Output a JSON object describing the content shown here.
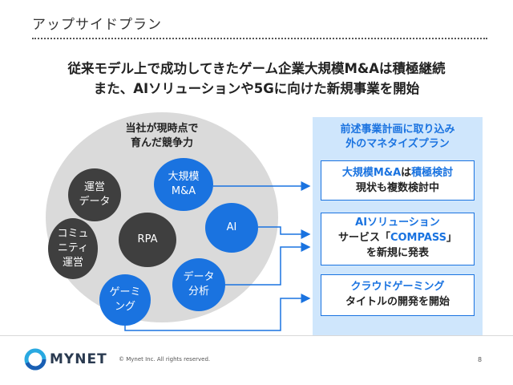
{
  "title": "アップサイドプラン",
  "headline": {
    "line1": "従来モデル上で成功してきたゲーム企業大規模M&Aは積極継続",
    "line2": "また、AIソリューションや5Gに向けた新規事業を開始"
  },
  "left": {
    "circle_title_1": "当社が現時点で",
    "circle_title_2": "育んだ競争力",
    "bubbles": [
      {
        "id": "operation-data",
        "lines": [
          "運営",
          "データ"
        ],
        "style": "dark"
      },
      {
        "id": "large-ma",
        "lines": [
          "大規模",
          "M&A"
        ],
        "style": "blue"
      },
      {
        "id": "community",
        "lines": [
          "コミュ",
          "ニティ",
          "運営"
        ],
        "style": "dark"
      },
      {
        "id": "rpa",
        "lines": [
          "RPA"
        ],
        "style": "dark"
      },
      {
        "id": "ai",
        "lines": [
          "AI"
        ],
        "style": "blue"
      },
      {
        "id": "data-analysis",
        "lines": [
          "データ",
          "分析"
        ],
        "style": "blue"
      },
      {
        "id": "game",
        "lines": [
          "ゲーミ",
          "ング"
        ],
        "style": "blue"
      }
    ]
  },
  "right": {
    "panel_title_1": "前述事業計画に取り込み",
    "panel_title_2": "外のマネタイズプラン",
    "card1": {
      "blue": "大規模M&A",
      "mid": "は",
      "blue2": "積極検討",
      "line2": "現状も複数検討中"
    },
    "card2": {
      "line1": "AIソリューション",
      "line2_a": "サービス「",
      "line2_b": "COMPASS",
      "line2_c": "」",
      "line3": "を新規に発表"
    },
    "card3": {
      "line1": "クラウドゲーミング",
      "line2": "タイトルの開発を開始"
    }
  },
  "footer": {
    "logo": "MYNET",
    "copyright": "© Mynet Inc. All rights reserved.",
    "page": "8"
  },
  "colors": {
    "accent": "#1a73e0",
    "panel": "#cfe6fc",
    "dark_bubble": "#3f3f3f",
    "gray_circle": "#dadada"
  }
}
